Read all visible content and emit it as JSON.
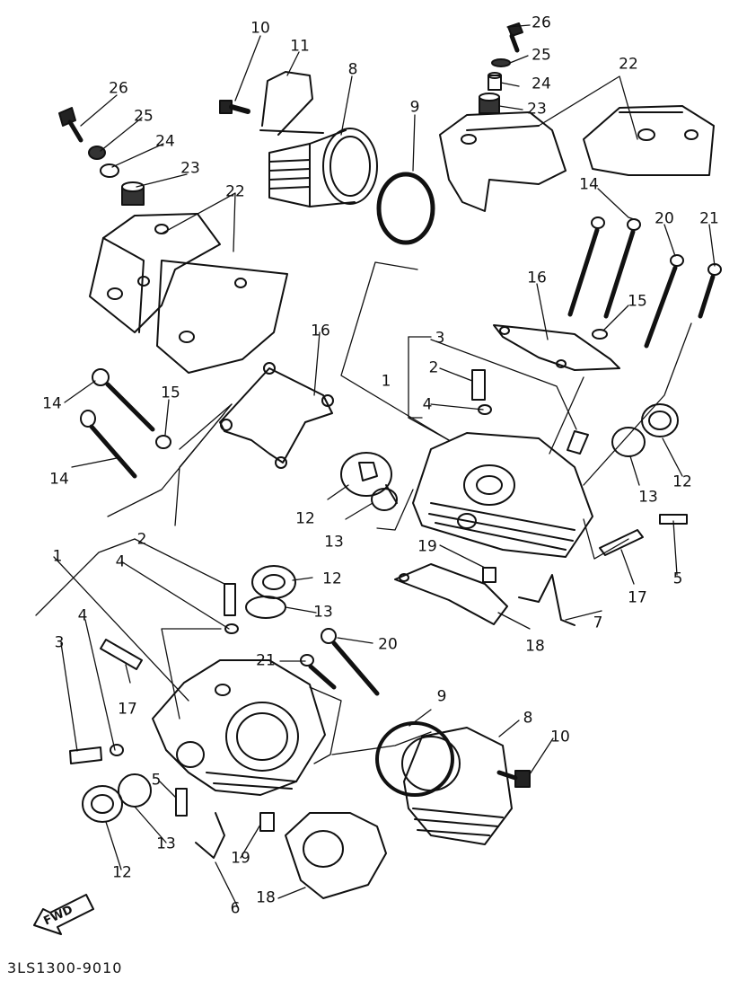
{
  "diagram": {
    "code": "3LS1300-9010",
    "fwd_label": "FWD",
    "labels": [
      {
        "id": "l26a",
        "text": "26"
      },
      {
        "id": "l25a",
        "text": "25"
      },
      {
        "id": "l24a",
        "text": "24"
      },
      {
        "id": "l23a",
        "text": "23"
      },
      {
        "id": "l22a",
        "text": "22"
      },
      {
        "id": "l10a",
        "text": "10"
      },
      {
        "id": "l11a",
        "text": "11"
      },
      {
        "id": "l8a",
        "text": "8"
      },
      {
        "id": "l9a",
        "text": "9"
      },
      {
        "id": "l26b",
        "text": "26"
      },
      {
        "id": "l25b",
        "text": "25"
      },
      {
        "id": "l24b",
        "text": "24"
      },
      {
        "id": "l23b",
        "text": "23"
      },
      {
        "id": "l22b",
        "text": "22"
      },
      {
        "id": "l14a",
        "text": "14"
      },
      {
        "id": "l20a",
        "text": "20"
      },
      {
        "id": "l21a",
        "text": "21"
      },
      {
        "id": "l16a",
        "text": "16"
      },
      {
        "id": "l15a",
        "text": "15"
      },
      {
        "id": "l3a",
        "text": "3"
      },
      {
        "id": "l2a",
        "text": "2"
      },
      {
        "id": "l1a",
        "text": "1"
      },
      {
        "id": "l4a",
        "text": "4"
      },
      {
        "id": "l12a",
        "text": "12"
      },
      {
        "id": "l13a",
        "text": "13"
      },
      {
        "id": "l16b",
        "text": "16"
      },
      {
        "id": "l14b",
        "text": "14"
      },
      {
        "id": "l15b",
        "text": "15"
      },
      {
        "id": "l14c",
        "text": "14"
      },
      {
        "id": "l12b",
        "text": "12"
      },
      {
        "id": "l13b",
        "text": "13"
      },
      {
        "id": "l5a",
        "text": "5"
      },
      {
        "id": "l17a",
        "text": "17"
      },
      {
        "id": "l19a",
        "text": "19"
      },
      {
        "id": "l7a",
        "text": "7"
      },
      {
        "id": "l18a",
        "text": "18"
      },
      {
        "id": "l2b",
        "text": "2"
      },
      {
        "id": "l1b",
        "text": "1"
      },
      {
        "id": "l4b",
        "text": "4"
      },
      {
        "id": "l12c",
        "text": "12"
      },
      {
        "id": "l13c",
        "text": "13"
      },
      {
        "id": "l4c",
        "text": "4"
      },
      {
        "id": "l3b",
        "text": "3"
      },
      {
        "id": "l21b",
        "text": "21"
      },
      {
        "id": "l20b",
        "text": "20"
      },
      {
        "id": "l17b",
        "text": "17"
      },
      {
        "id": "l9b",
        "text": "9"
      },
      {
        "id": "l8b",
        "text": "8"
      },
      {
        "id": "l10b",
        "text": "10"
      },
      {
        "id": "l5b",
        "text": "5"
      },
      {
        "id": "l13d",
        "text": "13"
      },
      {
        "id": "l12d",
        "text": "12"
      },
      {
        "id": "l19b",
        "text": "19"
      },
      {
        "id": "l6a",
        "text": "6"
      },
      {
        "id": "l18b",
        "text": "18"
      }
    ]
  }
}
